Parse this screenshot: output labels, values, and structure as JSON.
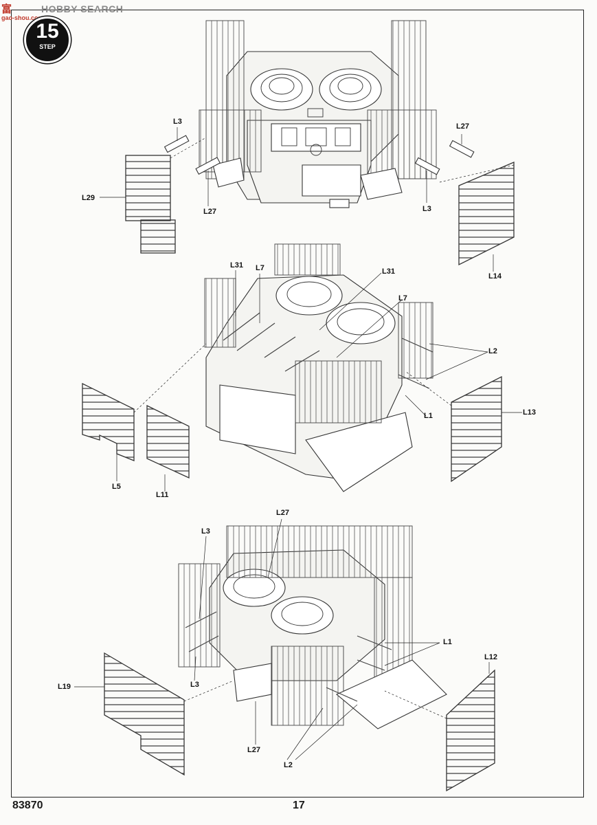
{
  "watermark": {
    "logo": "富",
    "brand": "HOBBY SEARCH",
    "url": "gao-shou.com"
  },
  "step": {
    "number": "15",
    "label": "STEP"
  },
  "footer": {
    "code": "83870",
    "page": "17"
  },
  "callouts": {
    "a1": "L3",
    "a2": "L27",
    "a3": "L29",
    "a4": "L27",
    "a5": "L3",
    "a6": "L14",
    "b1": "L31",
    "b2": "L7",
    "b3": "L31",
    "b4": "L7",
    "b5": "L2",
    "b6": "L13",
    "b7": "L1",
    "b8": "L5",
    "b9": "L11",
    "c1": "L27",
    "c2": "L3",
    "c3": "L1",
    "c4": "L12",
    "c5": "L19",
    "c6": "L3",
    "c7": "L27",
    "c8": "L2"
  }
}
